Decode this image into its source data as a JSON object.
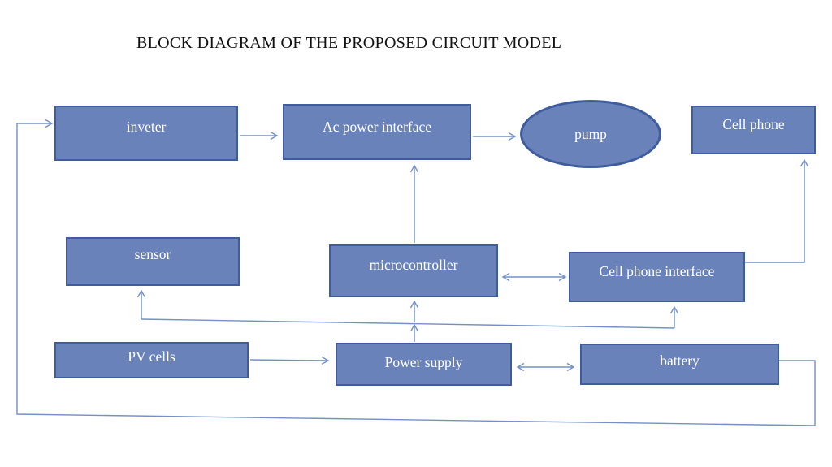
{
  "title": "BLOCK DIAGRAM OF THE PROPOSED CIRCUIT MODEL",
  "theme": {
    "box_fill": "#6a82ba",
    "box_border": "#3e5c9e",
    "connector_color": "#7390c7",
    "node_text_color": "#ffffff",
    "title_color": "#111111",
    "background": "#ffffff"
  },
  "nodes": [
    {
      "id": "inverter",
      "label": "inveter",
      "shape": "rect"
    },
    {
      "id": "ac-power-interface",
      "label": "Ac power interface",
      "shape": "rect"
    },
    {
      "id": "pump",
      "label": "pump",
      "shape": "ellipse"
    },
    {
      "id": "cell-phone",
      "label": "Cell phone",
      "shape": "rect"
    },
    {
      "id": "sensor",
      "label": "sensor",
      "shape": "rect"
    },
    {
      "id": "microcontroller",
      "label": "microcontroller",
      "shape": "rect"
    },
    {
      "id": "cell-phone-interface",
      "label": "Cell phone interface",
      "shape": "rect"
    },
    {
      "id": "pv-cells",
      "label": "PV cells",
      "shape": "rect"
    },
    {
      "id": "power-supply",
      "label": "Power supply",
      "shape": "rect"
    },
    {
      "id": "battery",
      "label": "battery",
      "shape": "rect"
    }
  ],
  "edges": [
    {
      "from": "battery",
      "to": "inveter",
      "type": "arrow",
      "route": "right-down-along-bottom-up-left-edge"
    },
    {
      "from": "inveter",
      "to": "Ac power interface",
      "type": "arrow"
    },
    {
      "from": "Ac power interface",
      "to": "pump",
      "type": "arrow"
    },
    {
      "from": "microcontroller",
      "to": "Ac power interface",
      "type": "arrow"
    },
    {
      "from": "Power supply",
      "to": "microcontroller",
      "type": "arrow"
    },
    {
      "from": "Power supply",
      "to": "sensor",
      "type": "arrow",
      "route": "distribution-line-left"
    },
    {
      "from": "Power supply",
      "to": "Cell phone interface",
      "type": "arrow",
      "route": "distribution-line-right"
    },
    {
      "from": "PV cells",
      "to": "Power supply",
      "type": "arrow"
    },
    {
      "from": "Power supply",
      "to": "battery",
      "type": "double-arrow"
    },
    {
      "from": "microcontroller",
      "to": "Cell phone interface",
      "type": "double-arrow"
    },
    {
      "from": "Cell phone interface",
      "to": "Cell phone",
      "type": "arrow",
      "route": "right-then-up"
    }
  ]
}
